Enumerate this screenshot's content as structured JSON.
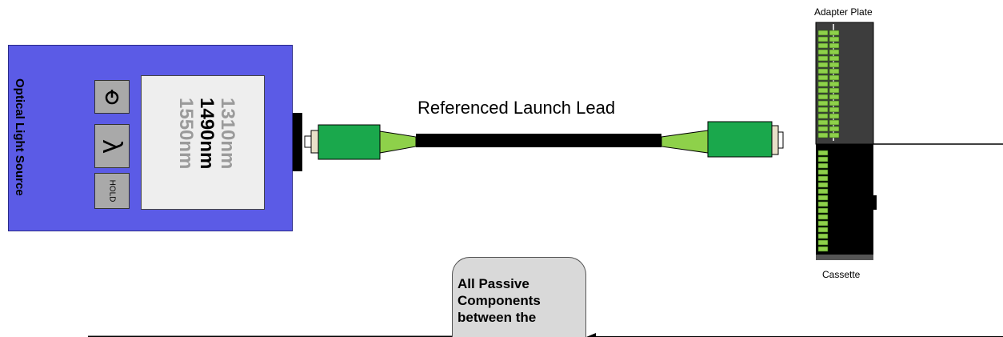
{
  "device": {
    "title": "Optical Light Source",
    "wavelengths": [
      {
        "label": "1310nm",
        "active": false
      },
      {
        "label": "1490nm",
        "active": true
      },
      {
        "label": "1550nm",
        "active": false
      }
    ],
    "buttons": {
      "power_icon": "power-icon",
      "lambda": "λ",
      "hold": "HOLD"
    },
    "color": "#5b5be6"
  },
  "lead": {
    "label": "Referenced Launch Lead",
    "connector_color": "#1aa84c",
    "boot_color": "#8ed14a"
  },
  "panel": {
    "top_label": "Adapter Plate",
    "bottom_label": "Cassette"
  },
  "annotation": {
    "text": "All Passive Components between the"
  }
}
